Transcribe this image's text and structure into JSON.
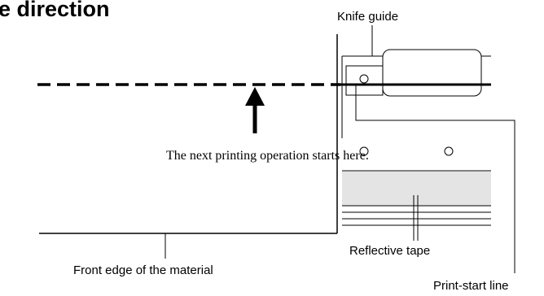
{
  "title": "e direction",
  "labels": {
    "knife_guide": "Knife guide",
    "next_print": "The next printing operation starts here.",
    "reflective_tape": "Reflective tape",
    "front_edge": "Front edge of the material",
    "print_start_line": "Print-start line"
  },
  "colors": {
    "line": "#000000",
    "tape": "#e4e4e4"
  }
}
